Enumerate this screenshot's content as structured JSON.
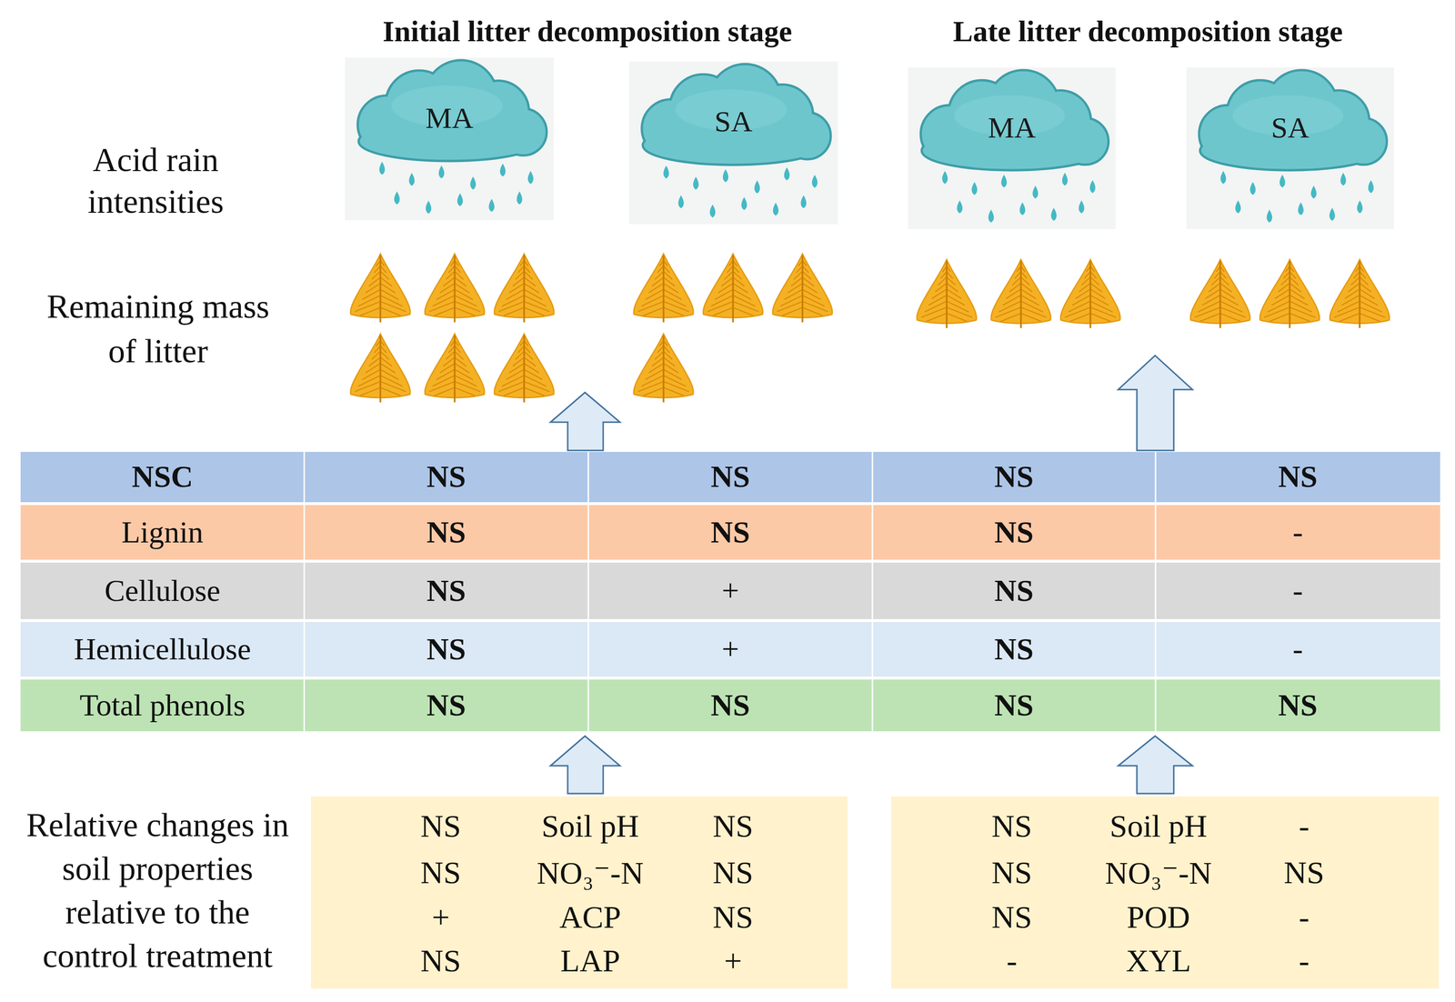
{
  "diagram": {
    "nodes": [
      {
        "text": [
          "MA"
        ]
      },
      {
        "text": [
          "SA"
        ]
      },
      {
        "text": [
          "MA"
        ]
      },
      {
        "text": [
          "SA"
        ]
      },
      {
        "text": [
          "NS",
          "Soil pH",
          "NS",
          "NS",
          "NO₃⁻-N",
          "NS",
          "+",
          "ACP",
          "NS",
          "NS",
          "LAP",
          "+"
        ]
      },
      {
        "text": [
          "NS",
          "Soil pH",
          "-",
          "NS",
          "NO₃⁻-N",
          "NS",
          "NS",
          "POD",
          "-",
          "-",
          "XYL",
          "-"
        ]
      }
    ],
    "labels": [
      "Initial litter decomposition stage",
      "Late litter decomposition stage",
      "Acid rain intensities",
      "Remaining mass of litter",
      "NSC",
      "NS",
      "NS",
      "NS",
      "NS",
      "Lignin",
      "NS",
      "NS",
      "NS",
      "-",
      "Cellulose",
      "NS",
      "+",
      "NS",
      "-",
      "Hemicellulose",
      "NS",
      "+",
      "NS",
      "-",
      "Total phenols",
      "NS",
      "NS",
      "NS",
      "NS",
      "Relative changes in soil properties relative to the control treatment"
    ]
  }
}
